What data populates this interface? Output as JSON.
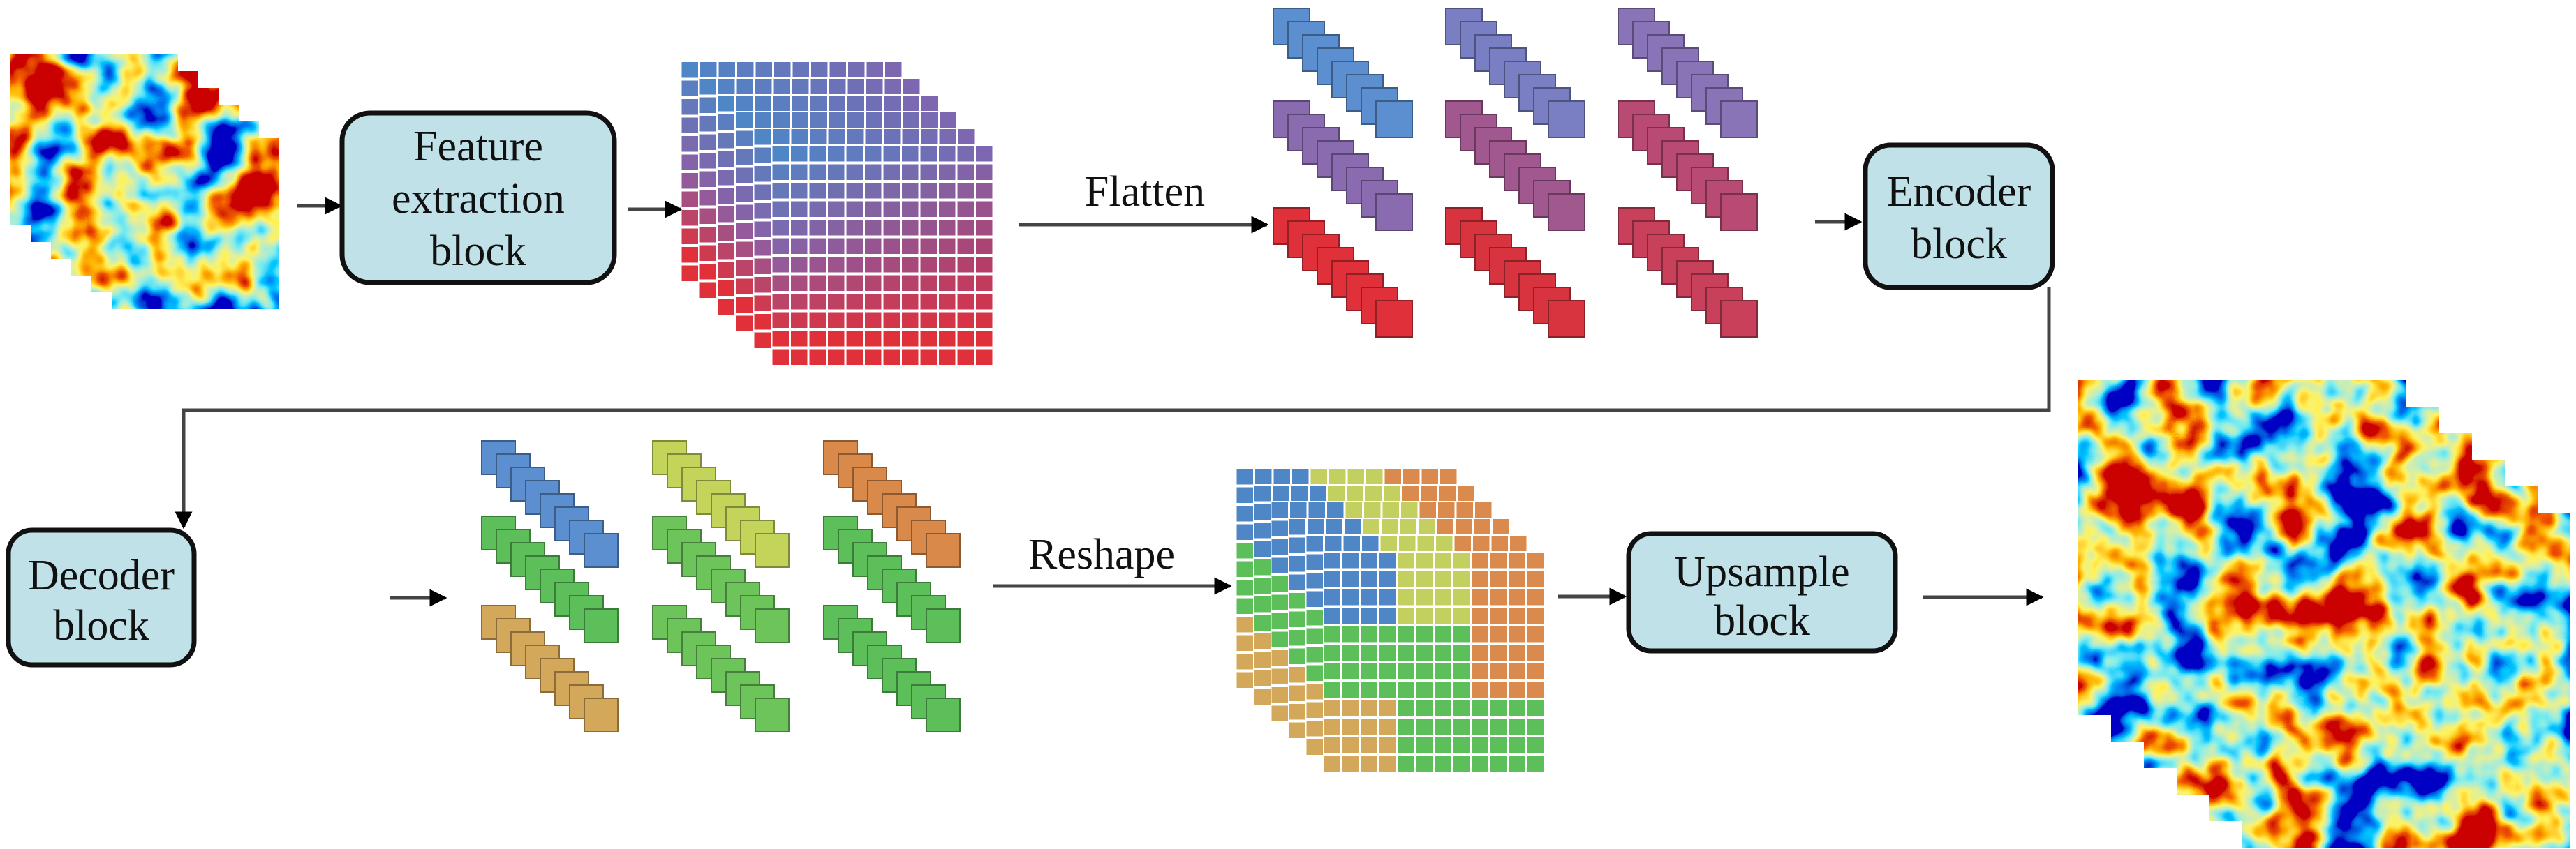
{
  "blocks": {
    "feature_extraction": {
      "lines": [
        "Feature",
        "extraction",
        "block"
      ]
    },
    "encoder": {
      "lines": [
        "Encoder",
        "block"
      ]
    },
    "decoder": {
      "lines": [
        "Decoder",
        "block"
      ]
    },
    "upsample": {
      "lines": [
        "Upsample",
        "block"
      ]
    }
  },
  "operations": {
    "flatten": "Flatten",
    "reshape": "Reshape"
  },
  "colors": {
    "block_fill": "#bfe1e7",
    "encoder_tokens": [
      [
        "#5b8fd0",
        "#7a7fc4",
        "#8a74b8"
      ],
      [
        "#8a6bb0",
        "#a0588f",
        "#b84a74"
      ],
      [
        "#e0303a",
        "#d8343f",
        "#c8405a"
      ]
    ],
    "decoder_tokens": [
      [
        "#5b8fd0",
        "#c4d45a",
        "#d9894a"
      ],
      [
        "#5cbf5a",
        "#6cc45a",
        "#5cbf5a"
      ],
      [
        "#d4a85a",
        "#6cc45a",
        "#5cbf5a"
      ]
    ],
    "reshape_blocks": [
      [
        "#4f86c6",
        "#c3cf5e",
        "#d98a4c"
      ],
      [
        "#5cbf5a",
        "#5cbf5a",
        "#d98a4c"
      ],
      [
        "#d4a85a",
        "#5cbf5a",
        "#5cbf5a"
      ]
    ]
  }
}
